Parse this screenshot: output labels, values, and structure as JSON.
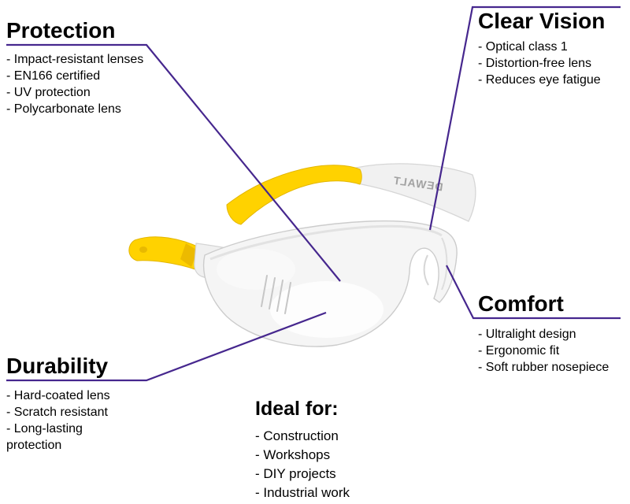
{
  "colors": {
    "accent": "#46278e",
    "brand_yellow": "#ffd200",
    "logo_yellow": "#febd17",
    "logo_black": "#151515",
    "lens": "#f5f5f5"
  },
  "product": {
    "brand": "DEWALT",
    "brand_mirrored": "DEWALT"
  },
  "callouts": {
    "protection": {
      "title": "Protection",
      "items": [
        "- Impact-resistant lenses",
        "- EN166 certified",
        "- UV protection",
        "- Polycarbonate lens"
      ]
    },
    "clear_vision": {
      "title": "Clear Vision",
      "items": [
        "- Optical class 1",
        "- Distortion-free lens",
        "- Reduces eye fatigue"
      ]
    },
    "comfort": {
      "title": "Comfort",
      "items": [
        "- Ultralight design",
        "- Ergonomic fit",
        "- Soft rubber nosepiece"
      ]
    },
    "durability": {
      "title": "Durability",
      "items": [
        "- Hard-coated lens",
        "- Scratch resistant",
        "- Long-lasting protection"
      ]
    },
    "ideal_for": {
      "title": "Ideal for:",
      "items": [
        "- Construction",
        "- Workshops",
        "- DIY projects",
        "- Industrial work"
      ]
    }
  }
}
